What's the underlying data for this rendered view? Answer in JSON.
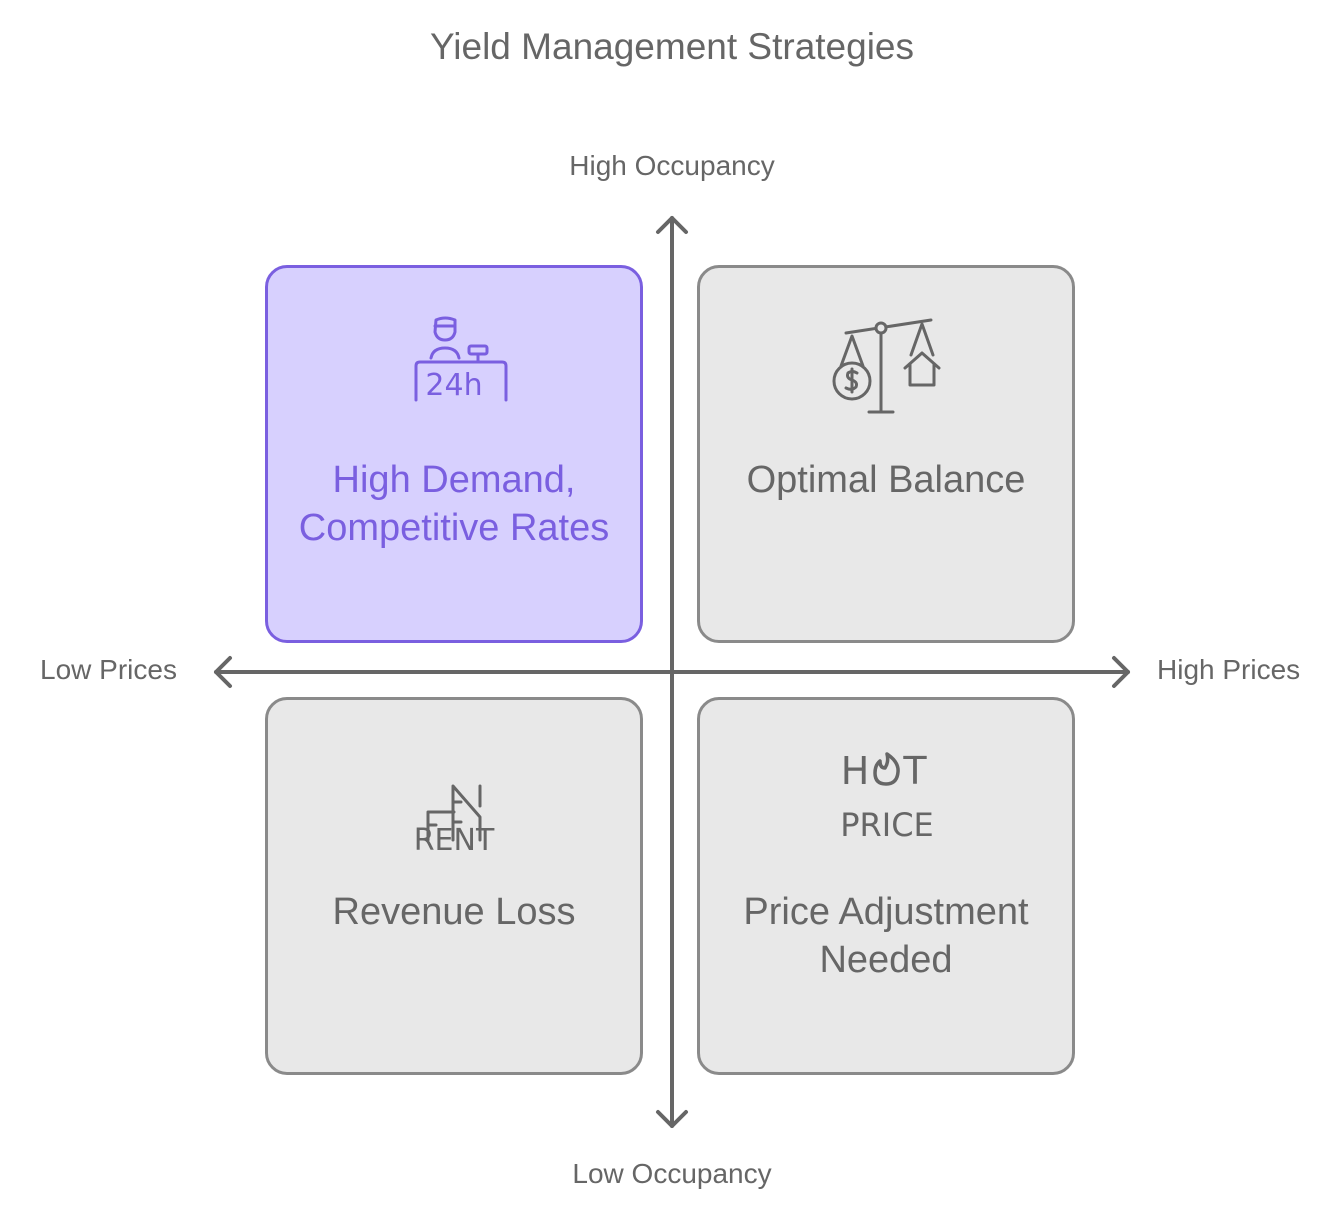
{
  "title": "Yield Management Strategies",
  "axes": {
    "y_top": "High Occupancy",
    "y_bottom": "Low Occupancy",
    "x_left": "Low Prices",
    "x_right": "High Prices"
  },
  "colors": {
    "highlight_fill": "#d7d0fe",
    "highlight_stroke": "#7a5fe0",
    "neutral_fill": "#e8e8e8",
    "neutral_stroke": "#8a8a8a",
    "text": "#666666",
    "axis": "#666666"
  },
  "quadrants": [
    {
      "position": "top-left",
      "icon": "24h-reception-desk-icon",
      "lines": [
        "High Demand,",
        "Competitive Rates"
      ],
      "highlighted": true
    },
    {
      "position": "top-right",
      "icon": "balance-scale-money-house-icon",
      "lines": [
        "Optimal Balance"
      ],
      "highlighted": false
    },
    {
      "position": "bottom-left",
      "icon": "rent-building-icon",
      "lines": [
        "Revenue Loss"
      ],
      "highlighted": false
    },
    {
      "position": "bottom-right",
      "icon": "hot-price-icon",
      "lines": [
        "Price Adjustment",
        "Needed"
      ],
      "highlighted": false
    }
  ],
  "icon_text": {
    "reception": "24h",
    "rent": "RENT",
    "hot_h": "H",
    "hot_t": "T",
    "price": "PRICE"
  }
}
